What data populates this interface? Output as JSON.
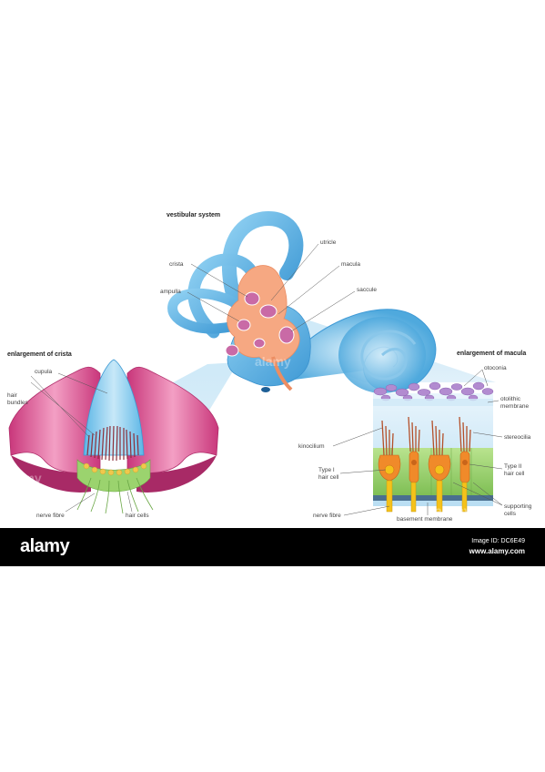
{
  "titles": {
    "vestibular": "vestibular system",
    "crista": "enlargement of crista",
    "macula": "enlargement of macula"
  },
  "labels": {
    "utricle": "utricle",
    "macula": "macula",
    "crista": "crista",
    "ampulla": "ampulla",
    "saccule": "saccule",
    "cupula": "cupula",
    "hair_bundles_1": "hair",
    "hair_bundles_2": "bundles",
    "nerve_fibre_left": "nerve fibre",
    "hair_cells": "hair cells",
    "otoconia": "otoconia",
    "otolithic_1": "otolithic",
    "otolithic_2": "membrane",
    "stereocilia": "stereocilia",
    "kinocilium": "kinocilium",
    "type1_1": "Type I",
    "type1_2": "hair cell",
    "type2_1": "Type II",
    "type2_2": "hair cell",
    "supporting_1": "supporting",
    "supporting_2": "cells",
    "nerve_fibre_right": "nerve fibre",
    "basement_membrane": "basement membrane"
  },
  "watermark": "alamy",
  "footer": {
    "logo": "alamy",
    "image_id": "Image ID: DC6E49",
    "url": "www.alamy.com"
  },
  "colors": {
    "canal_blue": "#56aee0",
    "sac_orange": "#f6a882",
    "crista_pink": "#d9488d",
    "cupula_blue": "#8ccbee",
    "support_green": "#9bd36e",
    "nerve_yellow": "#f4c21b",
    "hair_cell_orange": "#f08a2a",
    "otoconia_purple": "#b28bd0"
  }
}
